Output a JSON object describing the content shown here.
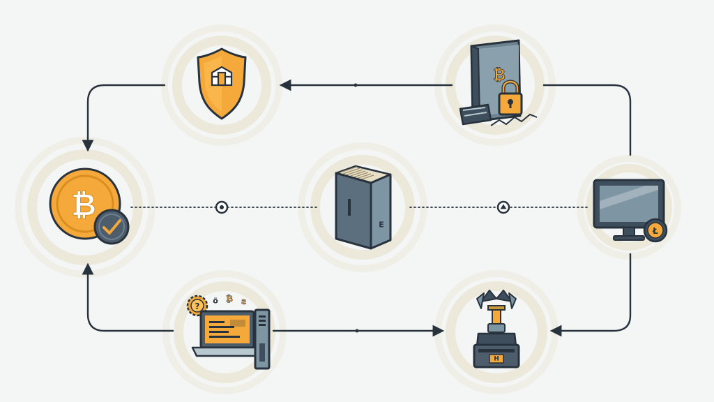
{
  "palette": {
    "background": "#f4f6f6",
    "ring": "#ece9da",
    "line": "#27323d",
    "accent": "#f4a93a",
    "accent_dark": "#d98e1f",
    "panel": "#7e95a3",
    "panel_dark": "#3e4e5c",
    "panel_light": "#b9c7cf",
    "white": "#ffffff"
  },
  "nodes": [
    {
      "id": "bitcoin",
      "icon": "bitcoin-coin-check-icon",
      "glyph": "₿"
    },
    {
      "id": "security",
      "icon": "shield-lock-icon"
    },
    {
      "id": "cold-storage",
      "icon": "book-padlock-icon",
      "glyph": "₿"
    },
    {
      "id": "wallet-device",
      "icon": "monitor-coin-icon",
      "glyph": "Ł"
    },
    {
      "id": "mining",
      "icon": "mining-machine-icon",
      "glyph": "H"
    },
    {
      "id": "exchange",
      "icon": "laptop-terminal-icon",
      "glyphs": [
        "?",
        "ö",
        "₿",
        "ƨ"
      ]
    },
    {
      "id": "server",
      "icon": "server-cabinet-icon",
      "glyph": "E"
    }
  ]
}
